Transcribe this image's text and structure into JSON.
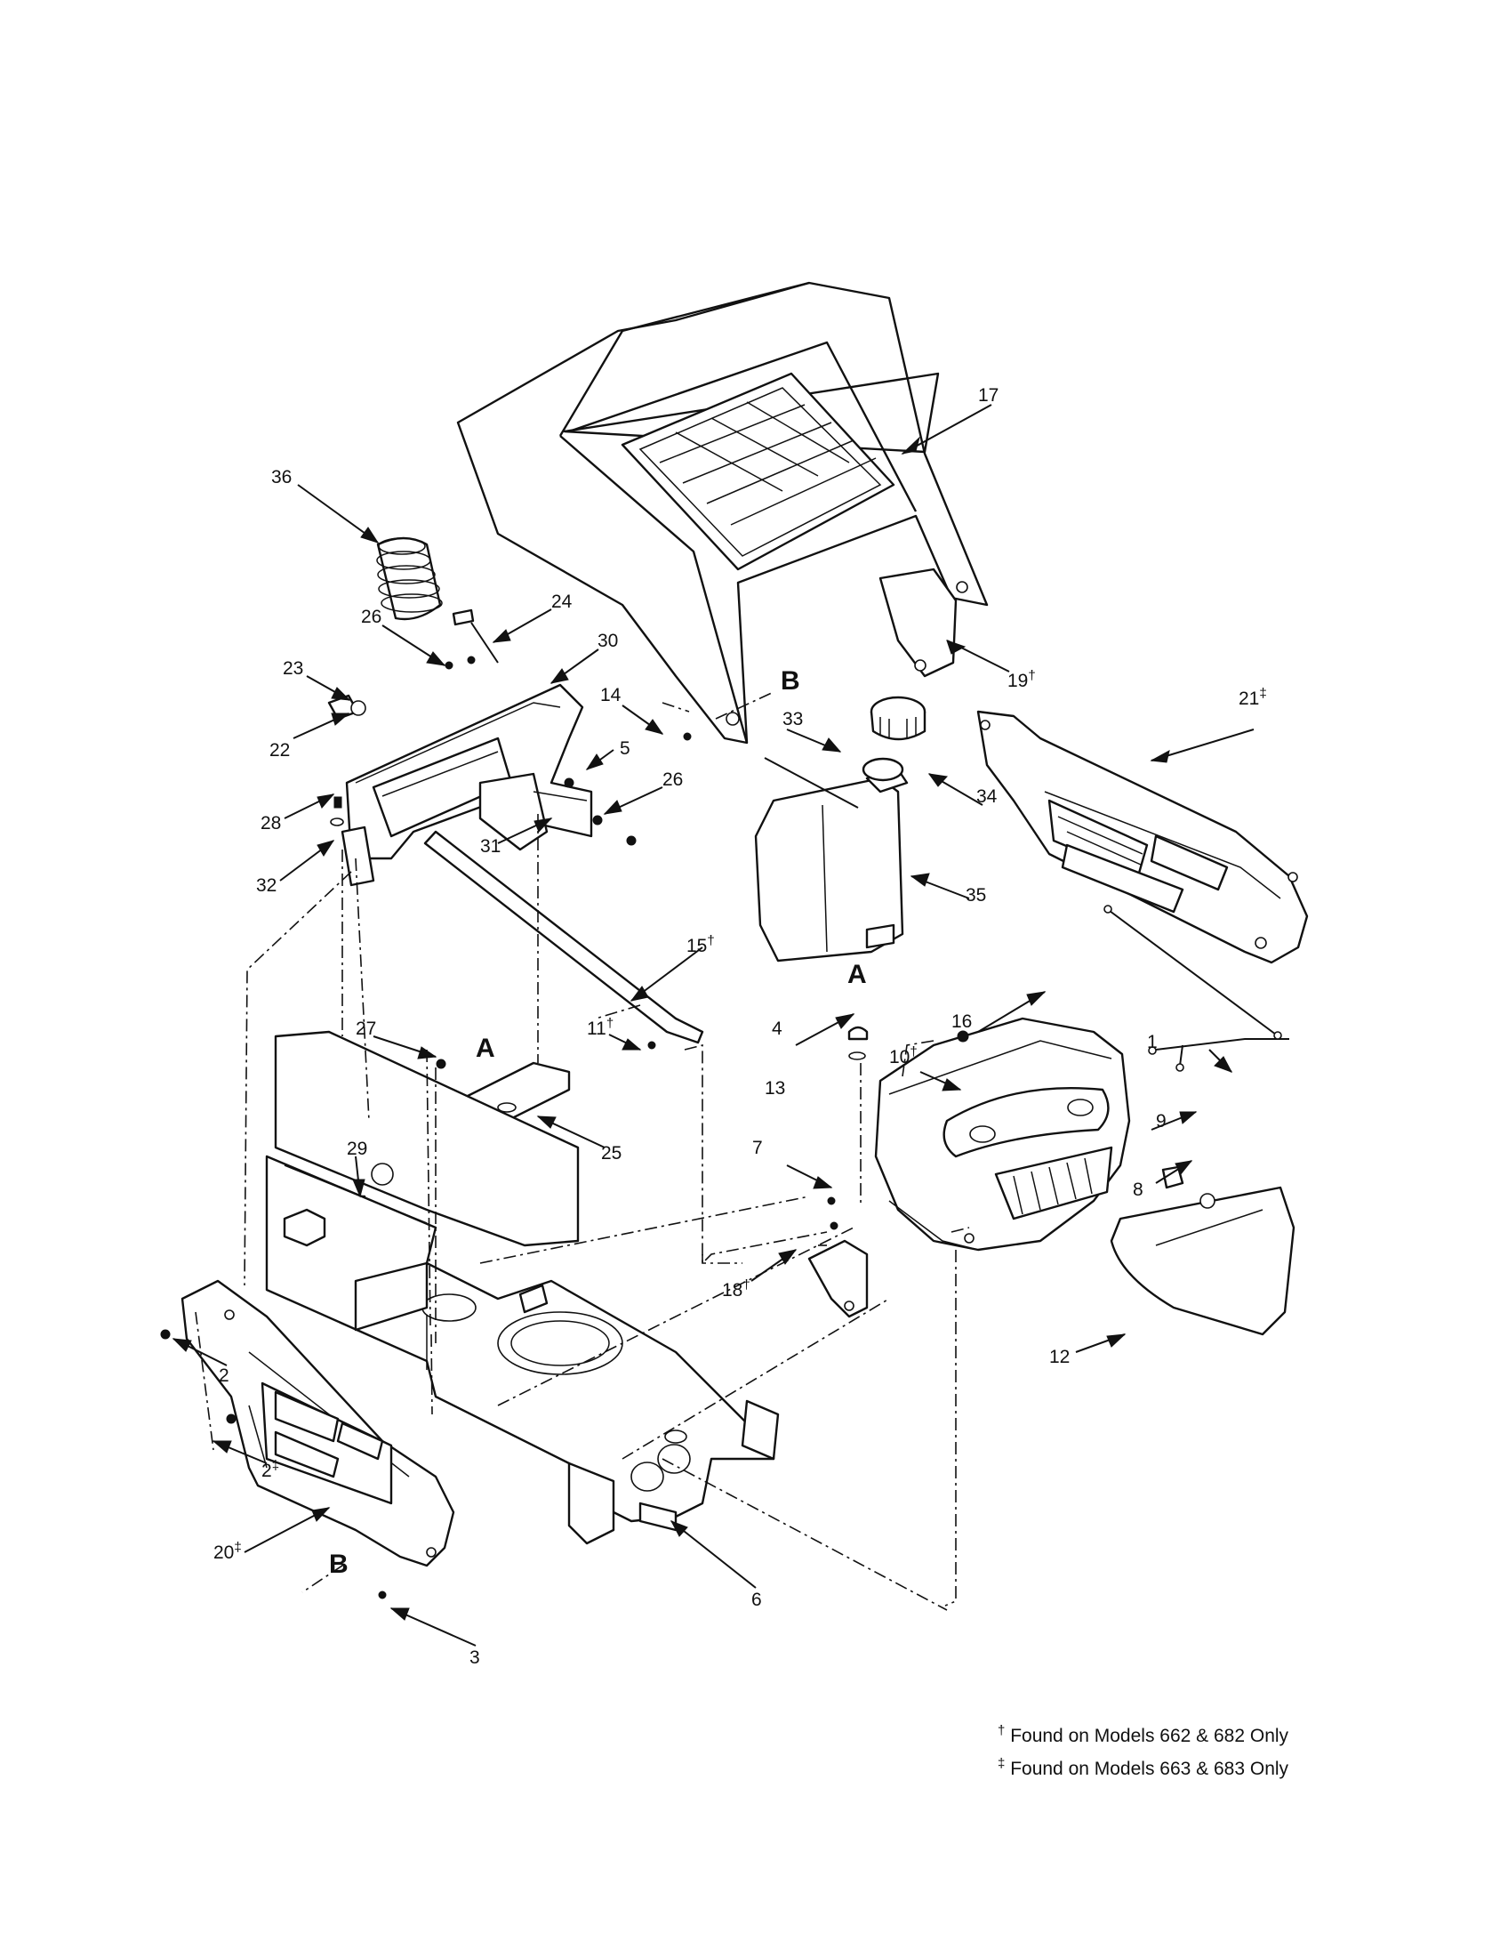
{
  "callouts": [
    {
      "id": "c1",
      "label": "1",
      "sup": ""
    },
    {
      "id": "c2a",
      "label": "2",
      "sup": ""
    },
    {
      "id": "c2b",
      "label": "2",
      "sup": "‡"
    },
    {
      "id": "c3",
      "label": "3",
      "sup": ""
    },
    {
      "id": "c4",
      "label": "4",
      "sup": ""
    },
    {
      "id": "c5",
      "label": "5",
      "sup": ""
    },
    {
      "id": "c6",
      "label": "6",
      "sup": ""
    },
    {
      "id": "c7",
      "label": "7",
      "sup": ""
    },
    {
      "id": "c8",
      "label": "8",
      "sup": ""
    },
    {
      "id": "c9",
      "label": "9",
      "sup": ""
    },
    {
      "id": "c10",
      "label": "10",
      "sup": "†"
    },
    {
      "id": "c11",
      "label": "11",
      "sup": "†"
    },
    {
      "id": "c12",
      "label": "12",
      "sup": ""
    },
    {
      "id": "c13",
      "label": "13",
      "sup": ""
    },
    {
      "id": "c14",
      "label": "14",
      "sup": ""
    },
    {
      "id": "c15",
      "label": "15",
      "sup": "†"
    },
    {
      "id": "c16",
      "label": "16",
      "sup": ""
    },
    {
      "id": "c17",
      "label": "17",
      "sup": ""
    },
    {
      "id": "c18",
      "label": "18",
      "sup": "†"
    },
    {
      "id": "c19",
      "label": "19",
      "sup": "†"
    },
    {
      "id": "c20",
      "label": "20",
      "sup": "‡"
    },
    {
      "id": "c21",
      "label": "21",
      "sup": "‡"
    },
    {
      "id": "c22",
      "label": "22",
      "sup": ""
    },
    {
      "id": "c23",
      "label": "23",
      "sup": ""
    },
    {
      "id": "c24",
      "label": "24",
      "sup": ""
    },
    {
      "id": "c25",
      "label": "25",
      "sup": ""
    },
    {
      "id": "c26a",
      "label": "26",
      "sup": ""
    },
    {
      "id": "c26b",
      "label": "26",
      "sup": ""
    },
    {
      "id": "c27",
      "label": "27",
      "sup": ""
    },
    {
      "id": "c28",
      "label": "28",
      "sup": ""
    },
    {
      "id": "c29",
      "label": "29",
      "sup": ""
    },
    {
      "id": "c30",
      "label": "30",
      "sup": ""
    },
    {
      "id": "c31",
      "label": "31",
      "sup": ""
    },
    {
      "id": "c32",
      "label": "32",
      "sup": ""
    },
    {
      "id": "c33",
      "label": "33",
      "sup": ""
    },
    {
      "id": "c34",
      "label": "34",
      "sup": ""
    },
    {
      "id": "c35",
      "label": "35",
      "sup": ""
    },
    {
      "id": "c36",
      "label": "36",
      "sup": ""
    }
  ],
  "section_marks": [
    {
      "id": "m-a1",
      "label": "A"
    },
    {
      "id": "m-a2",
      "label": "A"
    },
    {
      "id": "m-b1",
      "label": "B"
    },
    {
      "id": "m-b2",
      "label": "B"
    }
  ],
  "legend": [
    {
      "symbol": "†",
      "text": "Found on Models 662 & 682 Only"
    },
    {
      "symbol": "‡",
      "text": "Found on Models 663 & 683 Only"
    }
  ]
}
